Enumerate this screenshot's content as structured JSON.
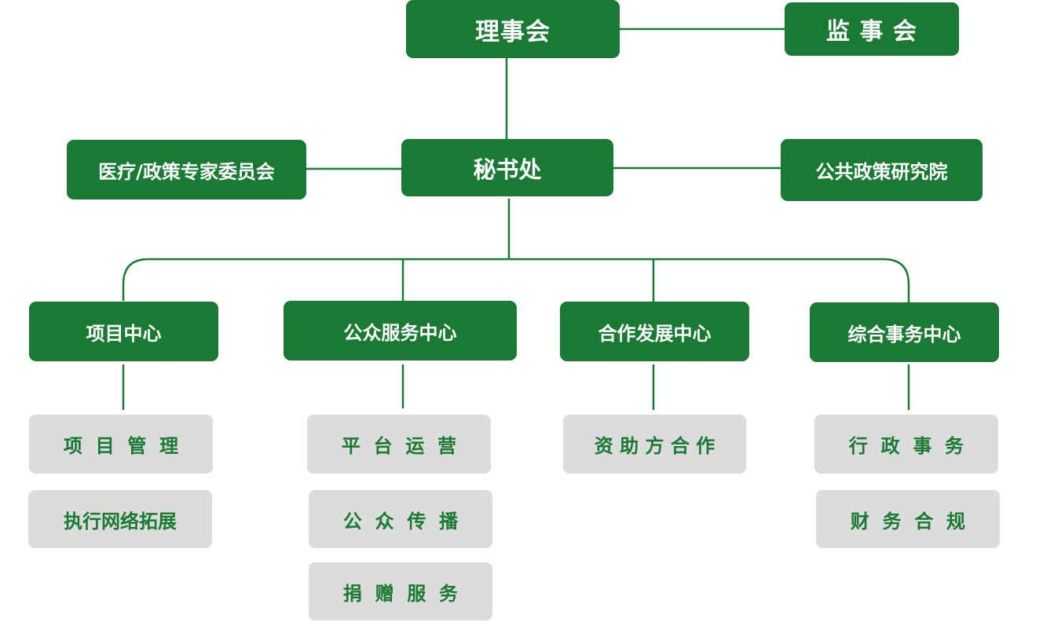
{
  "colors": {
    "green": "#1a7a33",
    "gray_box": "#dcdcdc",
    "white_text": "#ffffff"
  },
  "top": {
    "board": "理事会",
    "supervisors": "监 事 会"
  },
  "middle": {
    "secretariat": "秘书处",
    "expert_committee": "医疗/政策专家委员会",
    "policy_institute": "公共政策研究院"
  },
  "centers": [
    {
      "name": "项目中心",
      "items": [
        "项  目  管  理",
        "执行网络拓展"
      ]
    },
    {
      "name": "公众服务中心",
      "items": [
        "平  台  运  营",
        "公  众  传  播",
        "捐  赠  服  务"
      ]
    },
    {
      "name": "合作发展中心",
      "items": [
        "资 助 方 合 作"
      ]
    },
    {
      "name": "综合事务中心",
      "items": [
        "行  政  事  务",
        "财  务  合  规"
      ]
    }
  ]
}
